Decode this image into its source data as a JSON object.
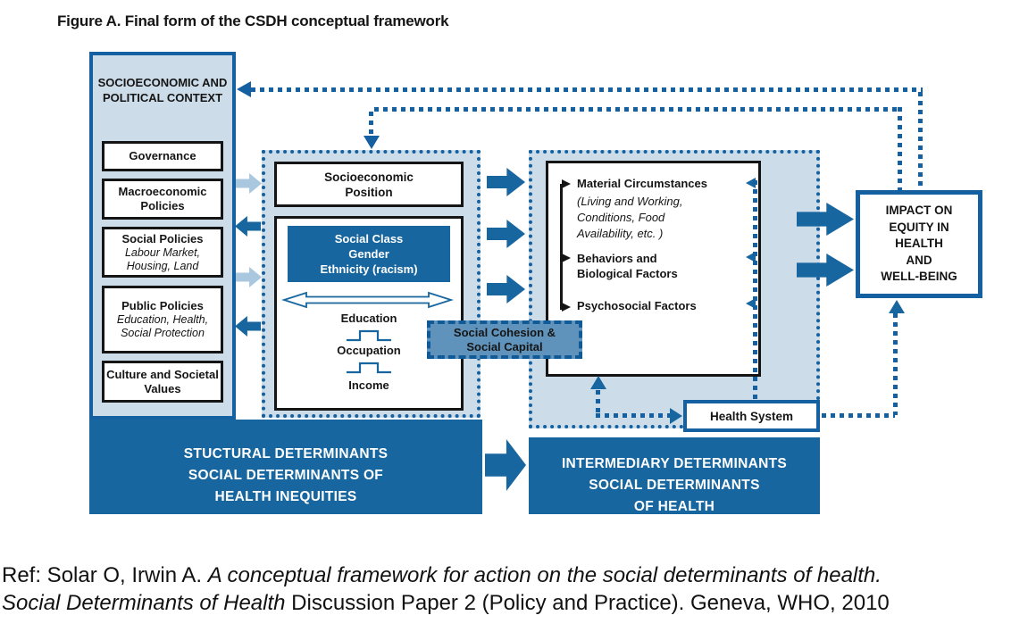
{
  "title": "Figure A. Final form of the CSDH conceptual framework",
  "colors": {
    "dark_blue": "#17669f",
    "border_blue": "#1460a0",
    "panel_fill": "#ccdce9",
    "cohesion_fill": "#6093bb",
    "light_arrow": "#a9c7de"
  },
  "context_panel": {
    "heading": "SOCIOECONOMIC AND POLITICAL CONTEXT",
    "boxes": [
      {
        "title": "Governance",
        "subtitle": ""
      },
      {
        "title": "Macroeconomic Policies",
        "subtitle": ""
      },
      {
        "title": "Social Policies",
        "subtitle": "Labour Market, Housing, Land"
      },
      {
        "title": "Public Policies",
        "subtitle": "Education, Health, Social Protection"
      },
      {
        "title": "Culture and Societal Values",
        "subtitle": ""
      }
    ]
  },
  "structural_panel": {
    "sep_line1": "Socioeconomic",
    "sep_line2": "Position",
    "social_class_line1": "Social Class",
    "social_class_line2": "Gender",
    "social_class_line3": "Ethnicity (racism)",
    "ladder": [
      "Education",
      "Occupation",
      "Income"
    ]
  },
  "social_cohesion_box": {
    "line1": "Social Cohesion &",
    "line2": "Social Capital"
  },
  "intermediary_panel": {
    "mc_title": "Material Circumstances",
    "mc_sub": [
      "(Living and Working,",
      "Conditions, Food",
      "Availability, etc. )"
    ],
    "bb_line1": "Behaviors and",
    "bb_line2": "Biological Factors",
    "ps_title": "Psychosocial Factors",
    "health_system": "Health System"
  },
  "impact_box": {
    "lines": [
      "IMPACT ON",
      "EQUITY IN",
      "HEALTH",
      "AND",
      "WELL-BEING"
    ]
  },
  "structural_bar": {
    "lines": [
      "STUCTURAL DETERMINANTS",
      "SOCIAL DETERMINANTS OF",
      "HEALTH INEQUITIES"
    ]
  },
  "intermediary_bar": {
    "lines": [
      "INTERMEDIARY DETERMINANTS",
      "SOCIAL DETERMINANTS",
      "OF HEALTH"
    ]
  },
  "reference": {
    "line1_normal": "Ref: Solar O, Irwin A. ",
    "line1_italic": "A conceptual framework for action on the social determinants of health.",
    "line2_italic": "Social Determinants of Health",
    "line2_normal": " Discussion Paper 2 (Policy and Practice). Geneva, WHO, 2010"
  }
}
